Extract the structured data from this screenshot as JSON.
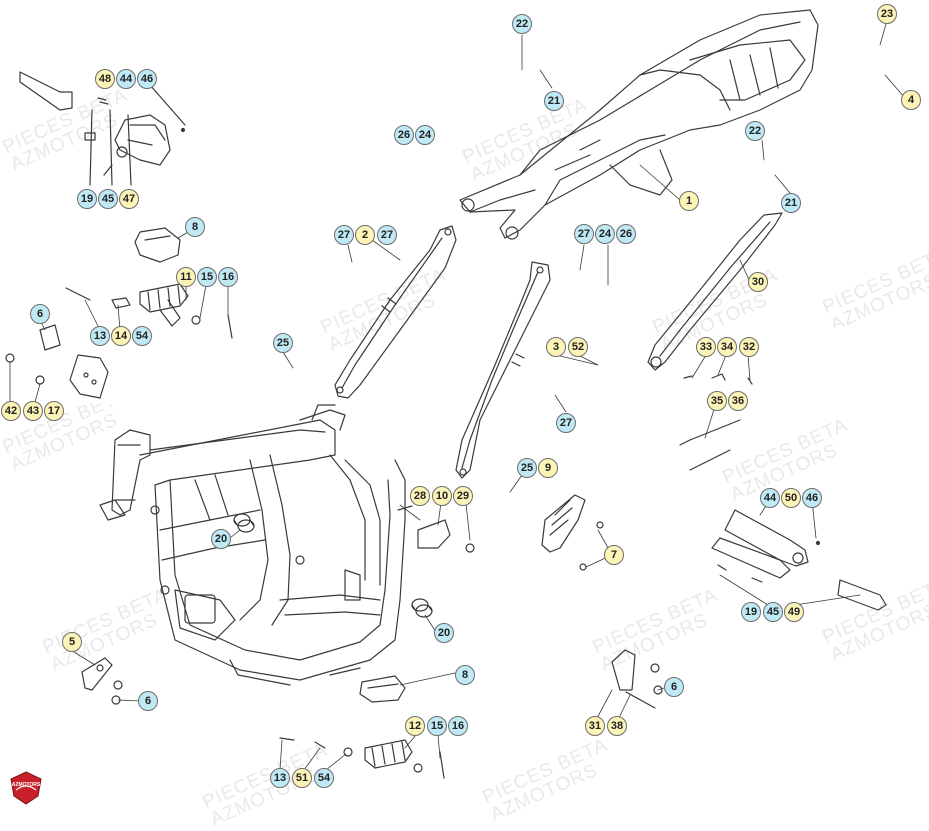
{
  "watermark": {
    "line1": "PIECES BETA",
    "line2": "AZMOTORS"
  },
  "logo": {
    "text": "AZMOTORS",
    "color": "#c8202a"
  },
  "colors": {
    "callout_yellow": "#fcf3b7",
    "callout_blue": "#bfe9f4",
    "line": "#3a3a3a"
  },
  "callouts": [
    {
      "label": "22",
      "color": "blue"
    },
    {
      "label": "21",
      "color": "blue"
    },
    {
      "label": "23",
      "color": "yellow"
    },
    {
      "label": "4",
      "color": "yellow"
    },
    {
      "label": "22",
      "color": "blue"
    },
    {
      "label": "21",
      "color": "blue"
    },
    {
      "label": "1",
      "color": "yellow"
    },
    {
      "label": "48",
      "color": "yellow"
    },
    {
      "label": "44",
      "color": "blue"
    },
    {
      "label": "46",
      "color": "blue"
    },
    {
      "label": "19",
      "color": "blue"
    },
    {
      "label": "45",
      "color": "blue"
    },
    {
      "label": "47",
      "color": "yellow"
    },
    {
      "label": "26",
      "color": "blue"
    },
    {
      "label": "24",
      "color": "blue"
    },
    {
      "label": "8",
      "color": "blue"
    },
    {
      "label": "27",
      "color": "blue"
    },
    {
      "label": "2",
      "color": "yellow"
    },
    {
      "label": "27",
      "color": "blue"
    },
    {
      "label": "27",
      "color": "blue"
    },
    {
      "label": "24",
      "color": "blue"
    },
    {
      "label": "26",
      "color": "blue"
    },
    {
      "label": "30",
      "color": "yellow"
    },
    {
      "label": "11",
      "color": "yellow"
    },
    {
      "label": "15",
      "color": "blue"
    },
    {
      "label": "16",
      "color": "blue"
    },
    {
      "label": "6",
      "color": "blue"
    },
    {
      "label": "13",
      "color": "blue"
    },
    {
      "label": "14",
      "color": "yellow"
    },
    {
      "label": "54",
      "color": "blue"
    },
    {
      "label": "25",
      "color": "blue"
    },
    {
      "label": "3",
      "color": "yellow"
    },
    {
      "label": "52",
      "color": "yellow"
    },
    {
      "label": "33",
      "color": "yellow"
    },
    {
      "label": "34",
      "color": "yellow"
    },
    {
      "label": "32",
      "color": "yellow"
    },
    {
      "label": "42",
      "color": "yellow"
    },
    {
      "label": "43",
      "color": "yellow"
    },
    {
      "label": "17",
      "color": "yellow"
    },
    {
      "label": "35",
      "color": "yellow"
    },
    {
      "label": "36",
      "color": "yellow"
    },
    {
      "label": "27",
      "color": "blue"
    },
    {
      "label": "25",
      "color": "blue"
    },
    {
      "label": "9",
      "color": "yellow"
    },
    {
      "label": "28",
      "color": "yellow"
    },
    {
      "label": "10",
      "color": "yellow"
    },
    {
      "label": "29",
      "color": "yellow"
    },
    {
      "label": "44",
      "color": "blue"
    },
    {
      "label": "50",
      "color": "yellow"
    },
    {
      "label": "46",
      "color": "blue"
    },
    {
      "label": "20",
      "color": "blue"
    },
    {
      "label": "7",
      "color": "yellow"
    },
    {
      "label": "19",
      "color": "blue"
    },
    {
      "label": "45",
      "color": "blue"
    },
    {
      "label": "49",
      "color": "yellow"
    },
    {
      "label": "20",
      "color": "blue"
    },
    {
      "label": "5",
      "color": "yellow"
    },
    {
      "label": "6",
      "color": "blue"
    },
    {
      "label": "8",
      "color": "blue"
    },
    {
      "label": "6",
      "color": "blue"
    },
    {
      "label": "12",
      "color": "yellow"
    },
    {
      "label": "15",
      "color": "blue"
    },
    {
      "label": "16",
      "color": "blue"
    },
    {
      "label": "31",
      "color": "yellow"
    },
    {
      "label": "38",
      "color": "yellow"
    },
    {
      "label": "13",
      "color": "blue"
    },
    {
      "label": "51",
      "color": "yellow"
    },
    {
      "label": "54",
      "color": "blue"
    }
  ]
}
